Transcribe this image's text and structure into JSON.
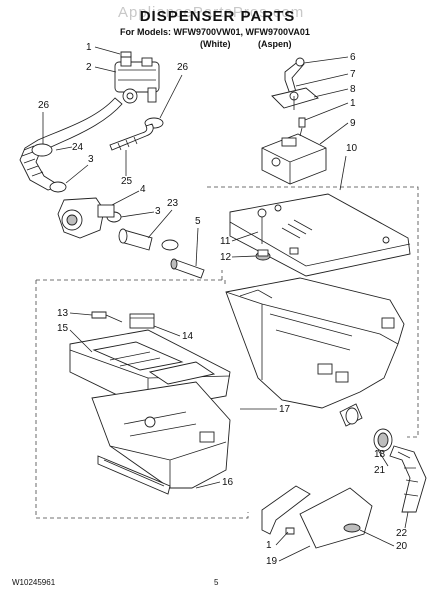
{
  "watermark": "AppliancePartsPros.com",
  "header": {
    "title": "DISPENSER PARTS",
    "models_line": "For Models: WFW9700VW01, WFW9700VA01",
    "variant_white": "(White)",
    "variant_aspen": "(Aspen)"
  },
  "callouts": [
    "1",
    "2",
    "26",
    "26",
    "24",
    "3",
    "25",
    "4",
    "3",
    "23",
    "5",
    "6",
    "7",
    "8",
    "1",
    "9",
    "10",
    "11",
    "12",
    "13",
    "15",
    "14",
    "17",
    "16",
    "18",
    "21",
    "22",
    "20",
    "1",
    "19"
  ],
  "footer": {
    "doc_number": "W10245961",
    "page_number": "5"
  }
}
